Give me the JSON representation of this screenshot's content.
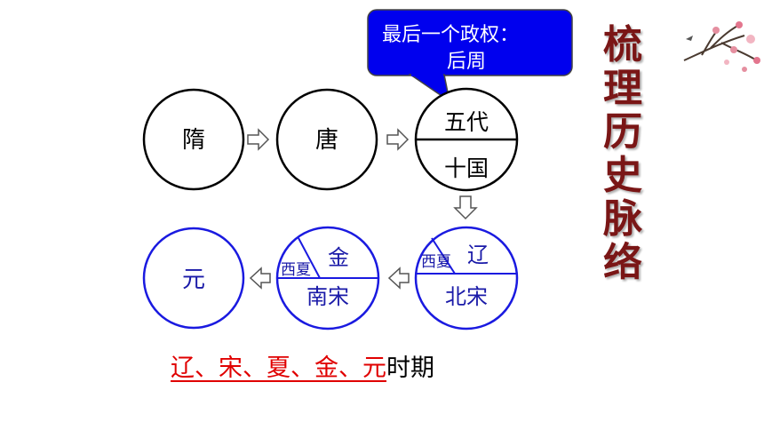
{
  "callout": {
    "line1": "最后一个政权：",
    "line2": "后周",
    "fill": "#0000ee"
  },
  "dynasties": {
    "sui": "隋",
    "tang": "唐",
    "wudai": "五代",
    "shiguo": "十国",
    "yuan": "元",
    "xixia_jin": "西夏",
    "jin": "金",
    "nansong": "南宋",
    "xixia_liao": "西夏",
    "liao": "辽",
    "beisong": "北宋"
  },
  "title_chars": [
    "梳",
    "理",
    "历",
    "史",
    "脉",
    "络"
  ],
  "caption": {
    "underlined": "辽、宋、夏、金、元",
    "rest": "时期"
  },
  "colors": {
    "black_stroke": "#000000",
    "blue_stroke": "#1a1ae0",
    "title": "#7a1616",
    "caption_red": "#e00000"
  }
}
